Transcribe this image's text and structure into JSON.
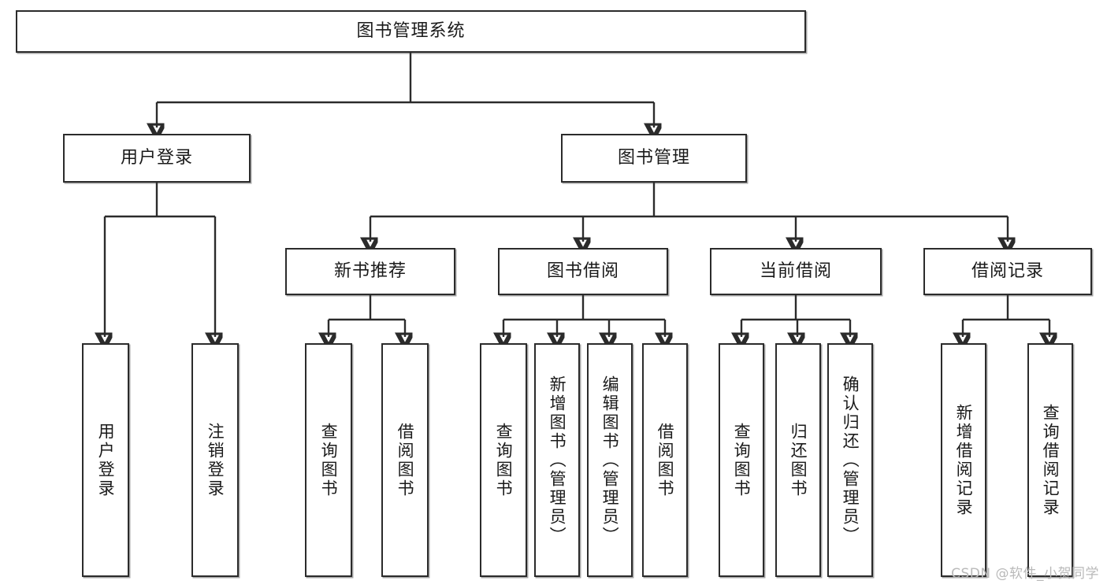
{
  "diagram": {
    "title": "图书管理系统",
    "watermark": "CSDN @软件_小贺同学",
    "nodes": {
      "root": "图书管理系统",
      "level2": {
        "user_login": "用户登录",
        "book_manage": "图书管理"
      },
      "level3": {
        "new_book_rec": "新书推荐",
        "book_borrow": "图书借阅",
        "current_borrow": "当前借阅",
        "borrow_record": "借阅记录"
      },
      "leaves": {
        "user_login_1": "用户登录",
        "user_login_2": "注销登录",
        "new_book_rec_1": "查询图书",
        "new_book_rec_2": "借阅图书",
        "book_borrow_1": "查询图书",
        "book_borrow_2": "新增图书（管理员）",
        "book_borrow_3": "编辑图书（管理员）",
        "book_borrow_4": "借阅图书",
        "current_borrow_1": "查询图书",
        "current_borrow_2": "归还图书",
        "current_borrow_3": "确认归还（管理员）",
        "borrow_record_1": "新增借阅记录",
        "borrow_record_2": "查询借阅记录"
      }
    },
    "colors": {
      "stroke": "#2b2b2b",
      "fill": "#ffffff",
      "text": "#1a1a1a",
      "watermark": "#b9b9b9"
    }
  }
}
